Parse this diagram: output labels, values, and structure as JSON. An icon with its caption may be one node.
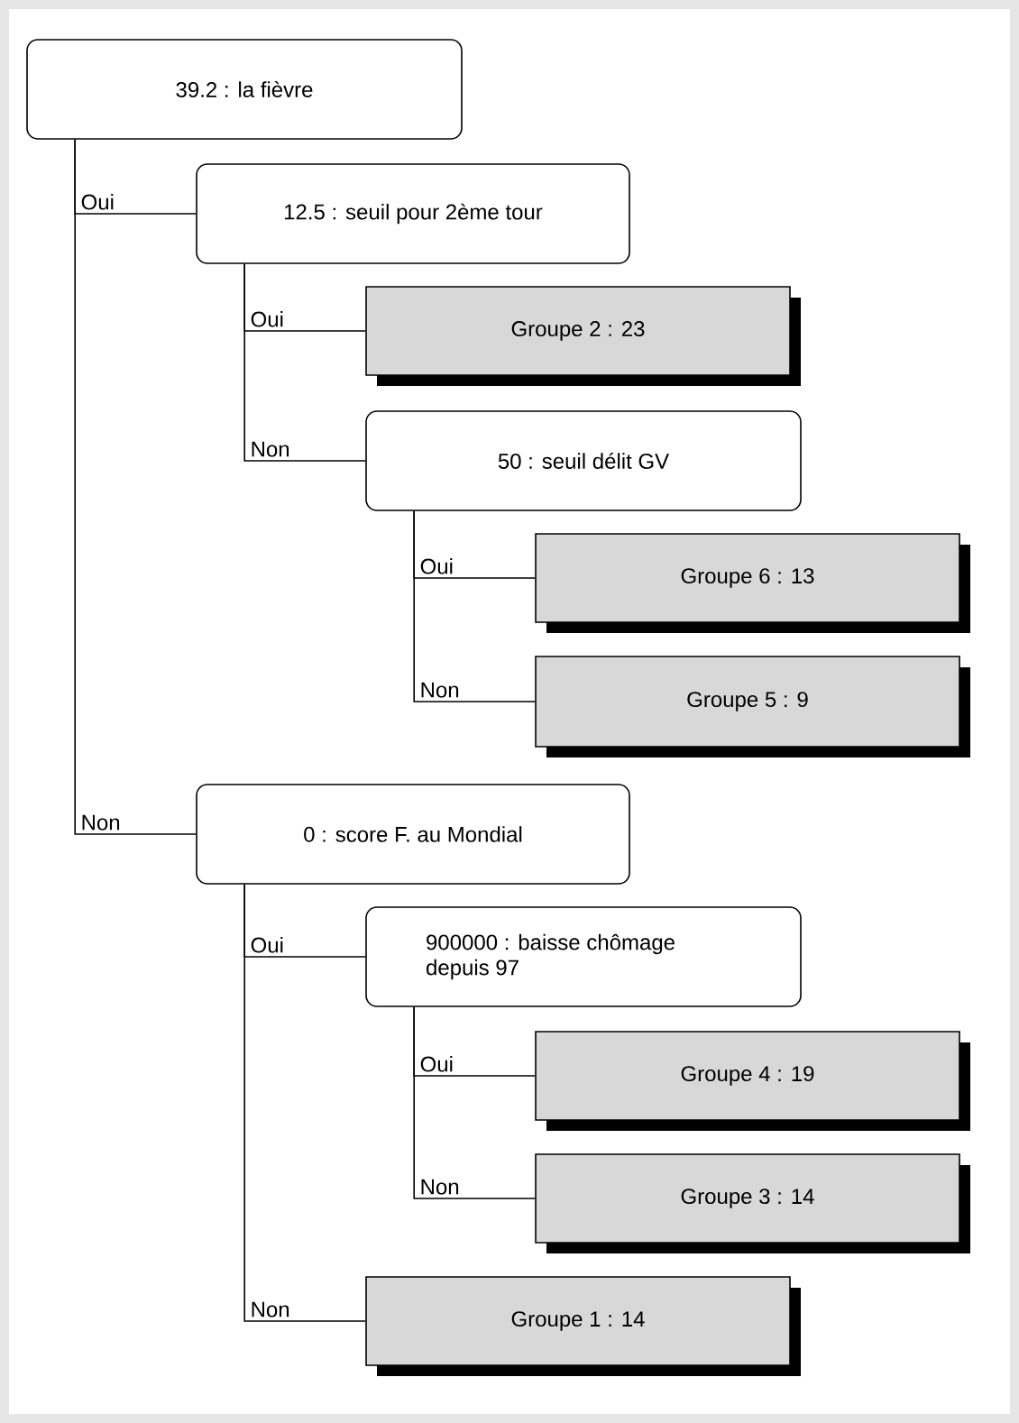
{
  "diagram": {
    "nodes": [
      {
        "text": [
          "39.2 : la fièvre"
        ]
      },
      {
        "text": [
          "12.5 : seuil pour 2ème tour"
        ]
      },
      {
        "text": [
          "Groupe 2 : 23"
        ]
      },
      {
        "text": [
          "50 : seuil délit GV"
        ]
      },
      {
        "text": [
          "Groupe 6 : 13"
        ]
      },
      {
        "text": [
          "Groupe 5 : 9"
        ]
      },
      {
        "text": [
          "0 : score F. au Mondial"
        ]
      },
      {
        "text": [
          "900000 : baisse chômage depuis 97"
        ]
      },
      {
        "text": [
          "Groupe 4 : 19"
        ]
      },
      {
        "text": [
          "Groupe 3 : 14"
        ]
      },
      {
        "text": [
          "Groupe 1 : 14"
        ]
      }
    ],
    "edges": [
      {
        "from": 0,
        "to": 1,
        "arrow": "none",
        "label": "Oui"
      },
      {
        "from": 1,
        "to": 2,
        "arrow": "none",
        "label": "Oui"
      },
      {
        "from": 1,
        "to": 3,
        "arrow": "none",
        "label": "Non"
      },
      {
        "from": 3,
        "to": 4,
        "arrow": "none",
        "label": "Oui"
      },
      {
        "from": 3,
        "to": 5,
        "arrow": "none",
        "label": "Non"
      },
      {
        "from": 0,
        "to": 6,
        "arrow": "none",
        "label": "Non"
      },
      {
        "from": 6,
        "to": 7,
        "arrow": "none",
        "label": "Oui"
      },
      {
        "from": 7,
        "to": 8,
        "arrow": "none",
        "label": "Oui"
      },
      {
        "from": 7,
        "to": 9,
        "arrow": "none",
        "label": "Non"
      },
      {
        "from": 6,
        "to": 10,
        "arrow": "none",
        "label": "Non"
      }
    ]
  }
}
